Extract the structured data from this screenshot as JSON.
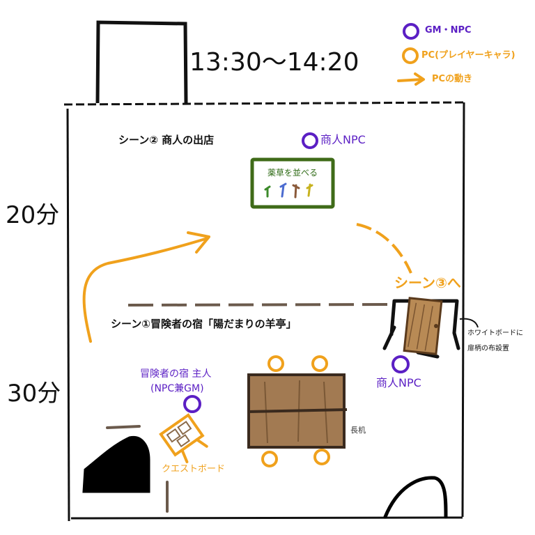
{
  "time_range": "13:30〜14:20",
  "time_marks": {
    "min20": "20分",
    "min30": "30分"
  },
  "legend": {
    "gm_npc": "GM・NPC",
    "pc": "PC(プレイヤーキャラ)",
    "pc_move": "PCの動き",
    "colors": {
      "npc": "#5b1fc4",
      "pc": "#f0a11c"
    }
  },
  "scene2": {
    "title": "シーン② 商人の出店",
    "npc_label": "商人NPC",
    "herb_board": "薬草を並べる"
  },
  "scene1": {
    "title": "シーン①冒険者の宿「陽だまりの羊亭」",
    "to_scene3": "シーン③へ",
    "whiteboard_note_1": "ホワイトボードに",
    "whiteboard_note_2": "扉柄の布設置",
    "merchant_npc_label": "商人NPC",
    "owner_line1": "冒険者の宿 主人",
    "owner_line2": "(NPC兼GM)",
    "long_desk": "長机",
    "quest_board": "クエストボード"
  }
}
